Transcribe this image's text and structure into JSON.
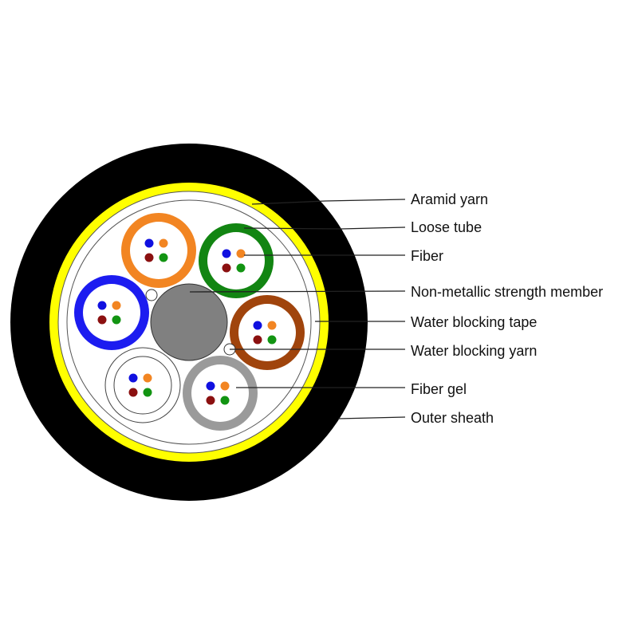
{
  "diagram": {
    "colors": {
      "sheath": "#000000",
      "aramid_yarn": "#ffff00",
      "tape": "#ffffff",
      "strength_member": "#808080",
      "background": "#ffffff"
    },
    "tubes": [
      {
        "name": "orange",
        "color": "#f28522"
      },
      {
        "name": "green",
        "color": "#128512"
      },
      {
        "name": "brown",
        "color": "#a0440c"
      },
      {
        "name": "gray",
        "color": "#9a9a9a"
      },
      {
        "name": "white",
        "color": "#ffffff"
      },
      {
        "name": "blue",
        "color": "#1c1cf0"
      }
    ],
    "fiber_colors": [
      "#1010e0",
      "#f28522",
      "#8b1010",
      "#129412"
    ],
    "labels": [
      "Aramid yarn",
      "Loose tube",
      "Fiber",
      "Non-metallic strength member",
      "Water blocking tape",
      "Water blocking yarn",
      "Fiber gel",
      "Outer sheath"
    ]
  }
}
